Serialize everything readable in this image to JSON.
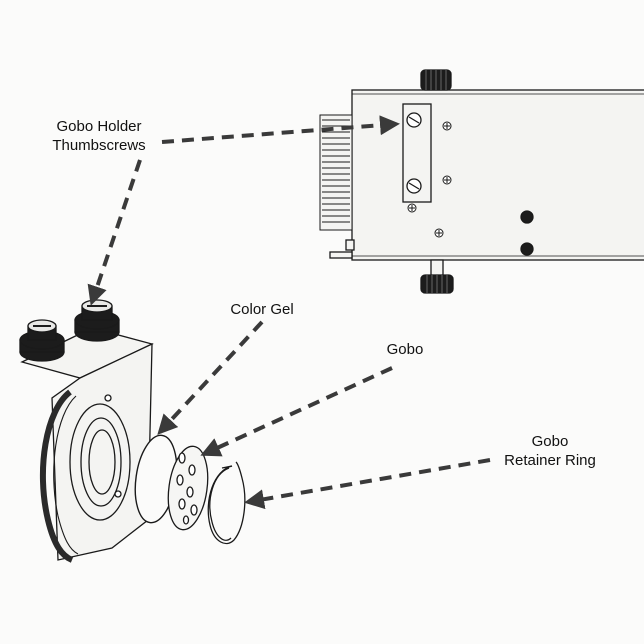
{
  "labels": {
    "thumbscrews": {
      "line1": "Gobo Holder",
      "line2": "Thumbscrews"
    },
    "color_gel": "Color Gel",
    "gobo": "Gobo",
    "retainer_ring": {
      "line1": "Gobo",
      "line2": "Retainer Ring"
    }
  },
  "colors": {
    "ink": "#1a1a1a",
    "arrow": "#3a3a3a",
    "paper": "#fbfbfa",
    "fixture_fill": "#f4f4f2",
    "knob": "#1c1c1c"
  }
}
